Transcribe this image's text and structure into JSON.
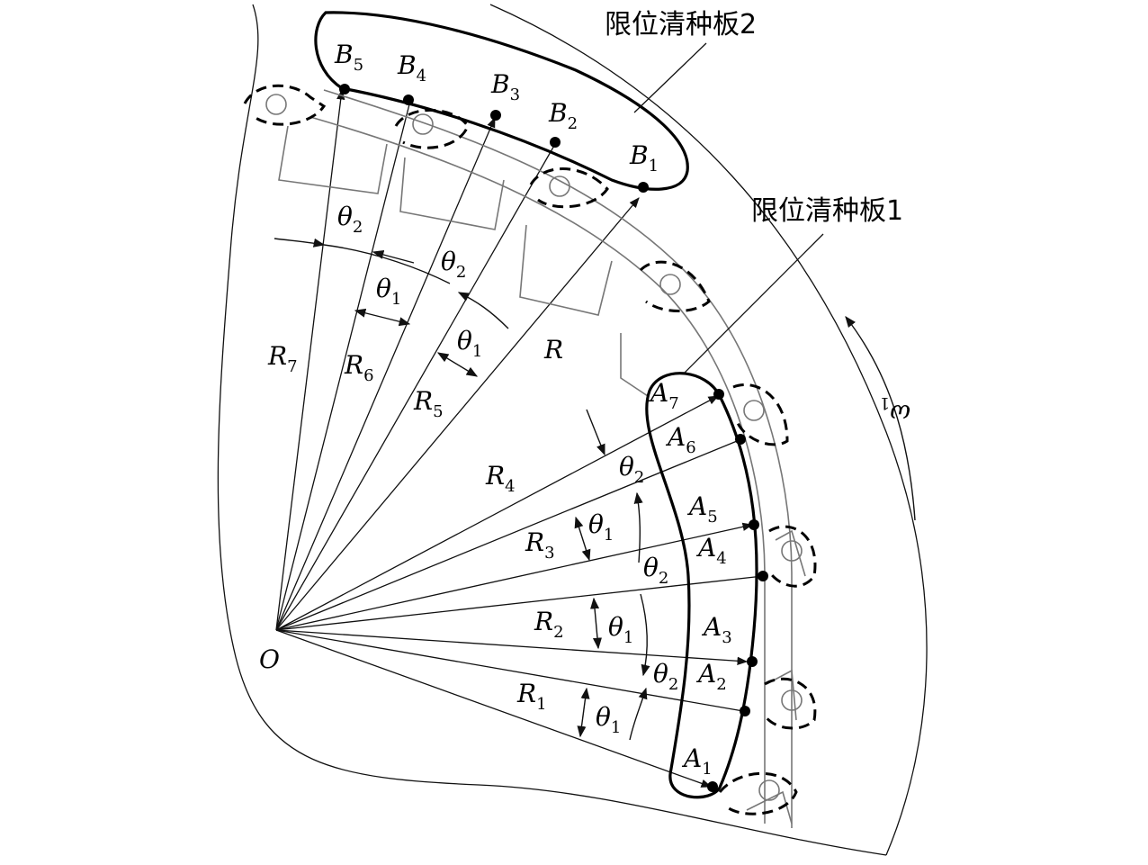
{
  "origin_label": "O",
  "callouts": {
    "plate2": "限位清种板2",
    "plate1": "限位清种板1"
  },
  "b_points": [
    {
      "letter": "B",
      "sub": "5"
    },
    {
      "letter": "B",
      "sub": "4"
    },
    {
      "letter": "B",
      "sub": "3"
    },
    {
      "letter": "B",
      "sub": "2"
    },
    {
      "letter": "B",
      "sub": "1"
    }
  ],
  "a_points": [
    {
      "letter": "A",
      "sub": "7"
    },
    {
      "letter": "A",
      "sub": "6"
    },
    {
      "letter": "A",
      "sub": "5"
    },
    {
      "letter": "A",
      "sub": "4"
    },
    {
      "letter": "A",
      "sub": "3"
    },
    {
      "letter": "A",
      "sub": "2"
    },
    {
      "letter": "A",
      "sub": "1"
    }
  ],
  "radii": [
    {
      "letter": "R",
      "sub": "7"
    },
    {
      "letter": "R",
      "sub": "6"
    },
    {
      "letter": "R",
      "sub": "5"
    },
    {
      "letter": "R",
      "sub": ""
    },
    {
      "letter": "R",
      "sub": "4"
    },
    {
      "letter": "R",
      "sub": "3"
    },
    {
      "letter": "R",
      "sub": "2"
    },
    {
      "letter": "R",
      "sub": "1"
    }
  ],
  "angles": [
    {
      "letter": "θ",
      "sub": "2"
    },
    {
      "letter": "θ",
      "sub": "1"
    },
    {
      "letter": "θ",
      "sub": "2"
    },
    {
      "letter": "θ",
      "sub": "1"
    },
    {
      "letter": "θ",
      "sub": "2"
    },
    {
      "letter": "θ",
      "sub": "1"
    },
    {
      "letter": "θ",
      "sub": "2"
    },
    {
      "letter": "θ",
      "sub": "1"
    },
    {
      "letter": "θ",
      "sub": "2"
    },
    {
      "letter": "θ",
      "sub": "1"
    }
  ],
  "rotation": {
    "letter": "ω",
    "sub": "1"
  }
}
